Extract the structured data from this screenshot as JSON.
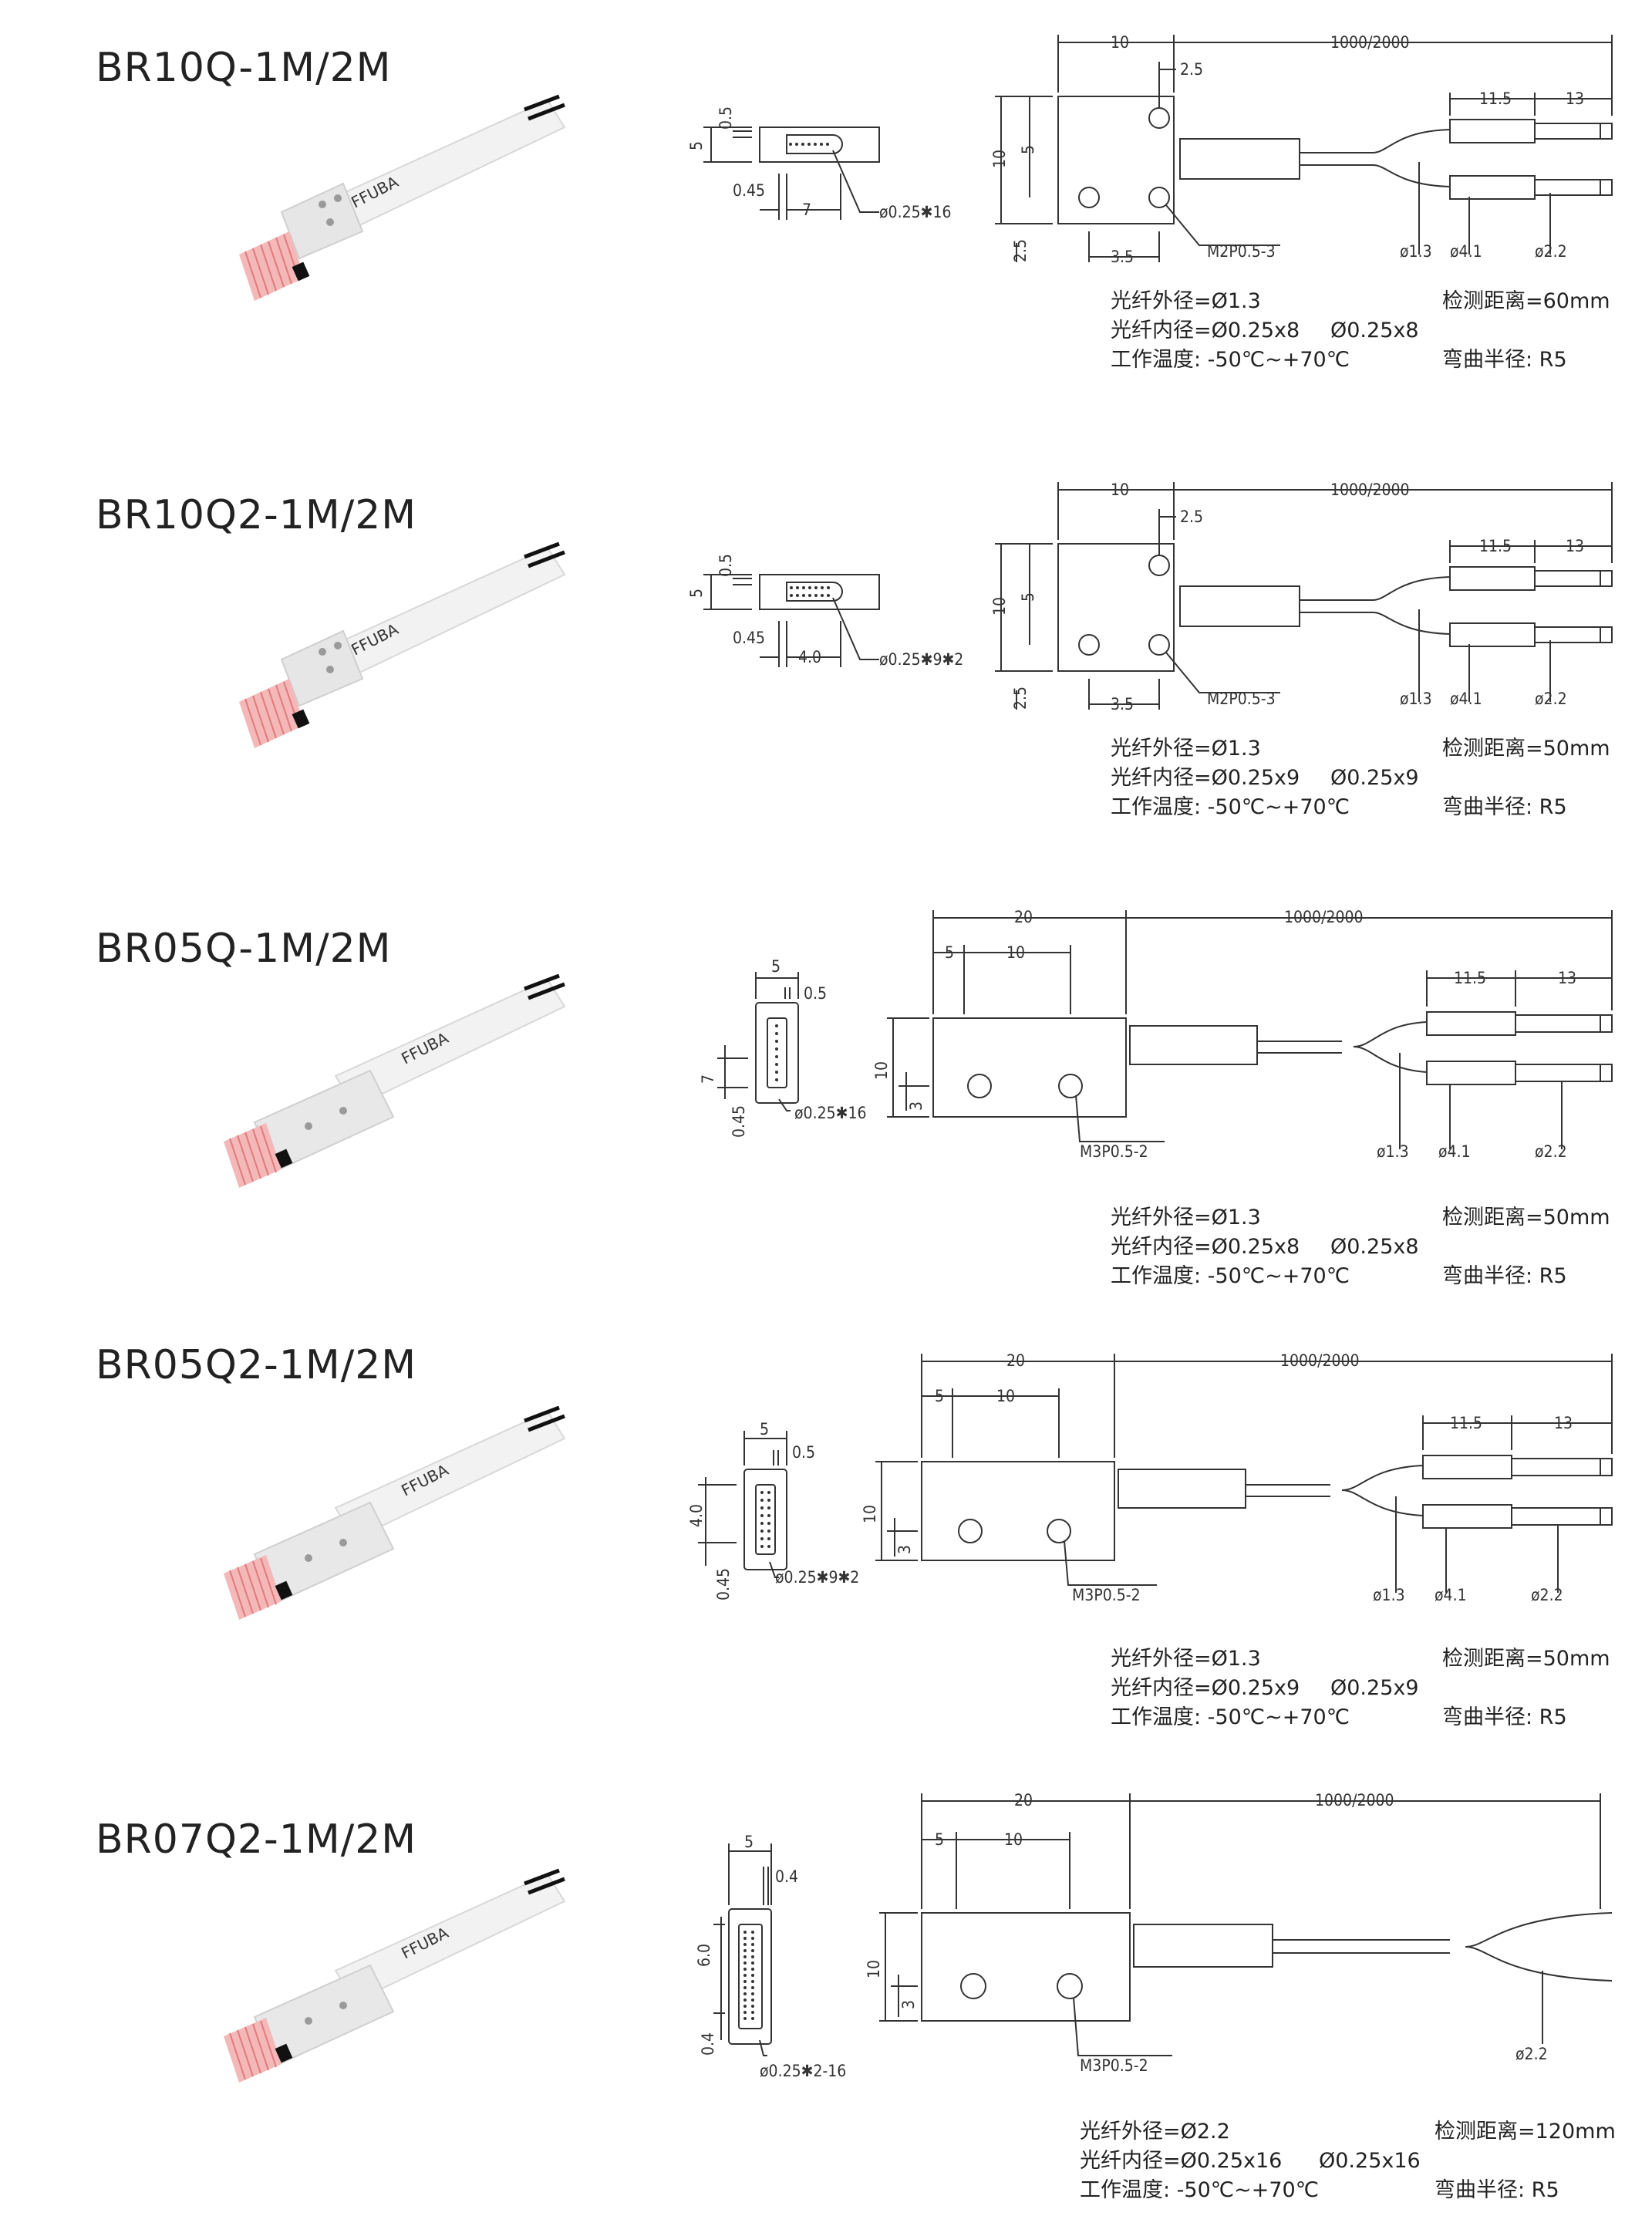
{
  "products": [
    {
      "model": "BR10Q-1M/2M",
      "brand": "FFUBA",
      "front": {
        "height": "5",
        "gap": "0.5",
        "pitch": "0.45",
        "length": "7",
        "fiber": "ø0.25✱16"
      },
      "drawing": {
        "width": "10",
        "length": "1000/2000",
        "offset": "2.5",
        "height": "10",
        "half": "5",
        "bottom": "2.5",
        "hole_spacing": "3.5",
        "screw": "M2P0.5-3",
        "sleeve": "11.5",
        "tip": "13",
        "d1": "ø1.3",
        "d2": "ø4.1",
        "d3": "ø2.2"
      },
      "specs": {
        "outer_diameter": "光纤外径=Ø1.3",
        "inner_diameter": "光纤内径=Ø0.25x8",
        "inner_diameter_2": "Ø0.25x8",
        "temperature": "工作温度: -50℃~+70℃",
        "distance": "检测距离=60mm",
        "bend_radius": "弯曲半径: R5"
      }
    },
    {
      "model": "BR10Q2-1M/2M",
      "brand": "FFUBA",
      "front": {
        "height": "5",
        "gap": "0.5",
        "pitch": "0.45",
        "length": "4.0",
        "fiber": "ø0.25✱9✱2"
      },
      "drawing": {
        "width": "10",
        "length": "1000/2000",
        "offset": "2.5",
        "height": "10",
        "half": "5",
        "bottom": "2.5",
        "hole_spacing": "3.5",
        "screw": "M2P0.5-3",
        "sleeve": "11.5",
        "tip": "13",
        "d1": "ø1.3",
        "d2": "ø4.1",
        "d3": "ø2.2"
      },
      "specs": {
        "outer_diameter": "光纤外径=Ø1.3",
        "inner_diameter": "光纤内径=Ø0.25x9",
        "inner_diameter_2": "Ø0.25x9",
        "temperature": "工作温度: -50℃~+70℃",
        "distance": "检测距离=50mm",
        "bend_radius": "弯曲半径: R5"
      }
    },
    {
      "model": "BR05Q-1M/2M",
      "brand": "FFUBA",
      "front": {
        "width": "5",
        "gap": "0.5",
        "height": "7",
        "pitch": "0.45",
        "fiber": "ø0.25✱16"
      },
      "drawing": {
        "width": "20",
        "length": "1000/2000",
        "offset": "5",
        "spacing": "10",
        "height": "10",
        "low": "3",
        "screw": "M3P0.5-2",
        "sleeve": "11.5",
        "tip": "13",
        "d1": "ø1.3",
        "d2": "ø4.1",
        "d3": "ø2.2"
      },
      "specs": {
        "outer_diameter": "光纤外径=Ø1.3",
        "inner_diameter": "光纤内径=Ø0.25x8",
        "inner_diameter_2": "Ø0.25x8",
        "temperature": "工作温度: -50℃~+70℃",
        "distance": "检测距离=50mm",
        "bend_radius": "弯曲半径: R5"
      }
    },
    {
      "model": "BR05Q2-1M/2M",
      "brand": "FFUBA",
      "front": {
        "width": "5",
        "gap": "0.5",
        "height": "4.0",
        "pitch": "0.45",
        "fiber": "ø0.25✱9✱2"
      },
      "drawing": {
        "width": "20",
        "length": "1000/2000",
        "offset": "5",
        "spacing": "10",
        "height": "10",
        "low": "3",
        "screw": "M3P0.5-2",
        "sleeve": "11.5",
        "tip": "13",
        "d1": "ø1.3",
        "d2": "ø4.1",
        "d3": "ø2.2"
      },
      "specs": {
        "outer_diameter": "光纤外径=Ø1.3",
        "inner_diameter": "光纤内径=Ø0.25x9",
        "inner_diameter_2": "Ø0.25x9",
        "temperature": "工作温度: -50℃~+70℃",
        "distance": "检测距离=50mm",
        "bend_radius": "弯曲半径: R5"
      }
    },
    {
      "model": "BR07Q2-1M/2M",
      "brand": "FFUBA",
      "front": {
        "width": "5",
        "gap": "0.4",
        "height": "6.0",
        "pitch": "0.4",
        "fiber": "ø0.25✱2-16"
      },
      "drawing": {
        "width": "20",
        "length": "1000/2000",
        "offset": "5",
        "spacing": "10",
        "height": "10",
        "low": "3",
        "screw": "M3P0.5-2",
        "d3": "ø2.2"
      },
      "specs": {
        "outer_diameter": "光纤外径=Ø2.2",
        "inner_diameter": "光纤内径=Ø0.25x16",
        "inner_diameter_2": "Ø0.25x16",
        "temperature": "工作温度: -50℃~+70℃",
        "distance": "检测距离=120mm",
        "bend_radius": "弯曲半径: R5"
      }
    }
  ]
}
